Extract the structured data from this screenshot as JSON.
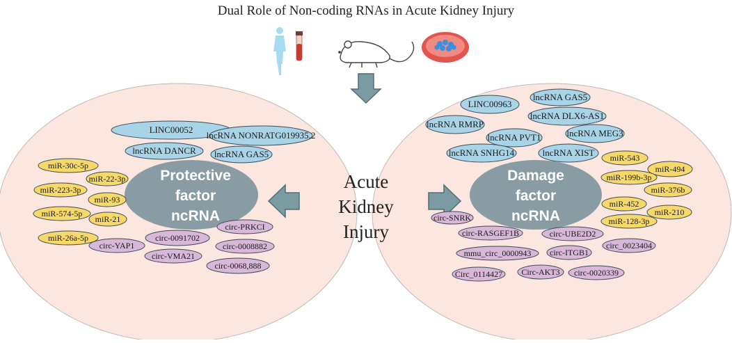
{
  "title": "Dual Role of Non-coding RNAs in Acute Kidney Injury",
  "icons": {
    "human": "human-with-blood-tube-icon",
    "mouse": "mouse-icon",
    "cells": "cell-culture-dish-icon"
  },
  "center": {
    "label_lines": [
      "Acute",
      "Kidney",
      "Injury"
    ]
  },
  "protective": {
    "core_lines": [
      "Protective",
      "factor",
      "ncRNA"
    ],
    "lncrna": [
      "LINC00052",
      "lncRNA NONRATG019935.2",
      "lncRNA DANCR",
      "lncRNA GAS5"
    ],
    "mirna": [
      "miR-30c-5p",
      "miR-22-3p",
      "miR-223-3p",
      "miR-93",
      "miR-574-5p",
      "miR-21",
      "miR-26a-5p"
    ],
    "circrna": [
      "circ-PRKCI",
      "circ-0091702",
      "circ-YAP1",
      "circ-0008882",
      "circ-VMA21",
      "circ-0068,888"
    ]
  },
  "damage": {
    "core_lines": [
      "Damage",
      "factor",
      "ncRNA"
    ],
    "lncrna": [
      "lncRNA GAS5",
      "LINC00963",
      "lncRNA DLX6-AS1",
      "lncRNA RMRP",
      "lncRNA MEG3",
      "lncRNA PVT1",
      "lncRNA SNHG14",
      "lncRNA XIST"
    ],
    "mirna": [
      "miR-543",
      "miR-494",
      "miR-199b-3p",
      "miR-376b",
      "miR-452",
      "miR-210",
      "miR-128-3p"
    ],
    "circrna": [
      "circ-SNRK",
      "circ-RASGEF1B",
      "circ-UBE2D2",
      "circ_0023404",
      "mmu_circ_0000943",
      "circ-ITGB1",
      "Circ_0114427",
      "Circ-AKT3",
      "circ-0020339"
    ]
  },
  "colors": {
    "outer_fill": "#fbe6e0",
    "center_fill": "#f6eef8",
    "lncrna_fill": "#a9d4e8",
    "mirna_fill": "#f7d86a",
    "circrna_fill": "#d9b7d8",
    "core_fill": "#8a9ca3",
    "arrow_fill": "#7b9aa1"
  }
}
